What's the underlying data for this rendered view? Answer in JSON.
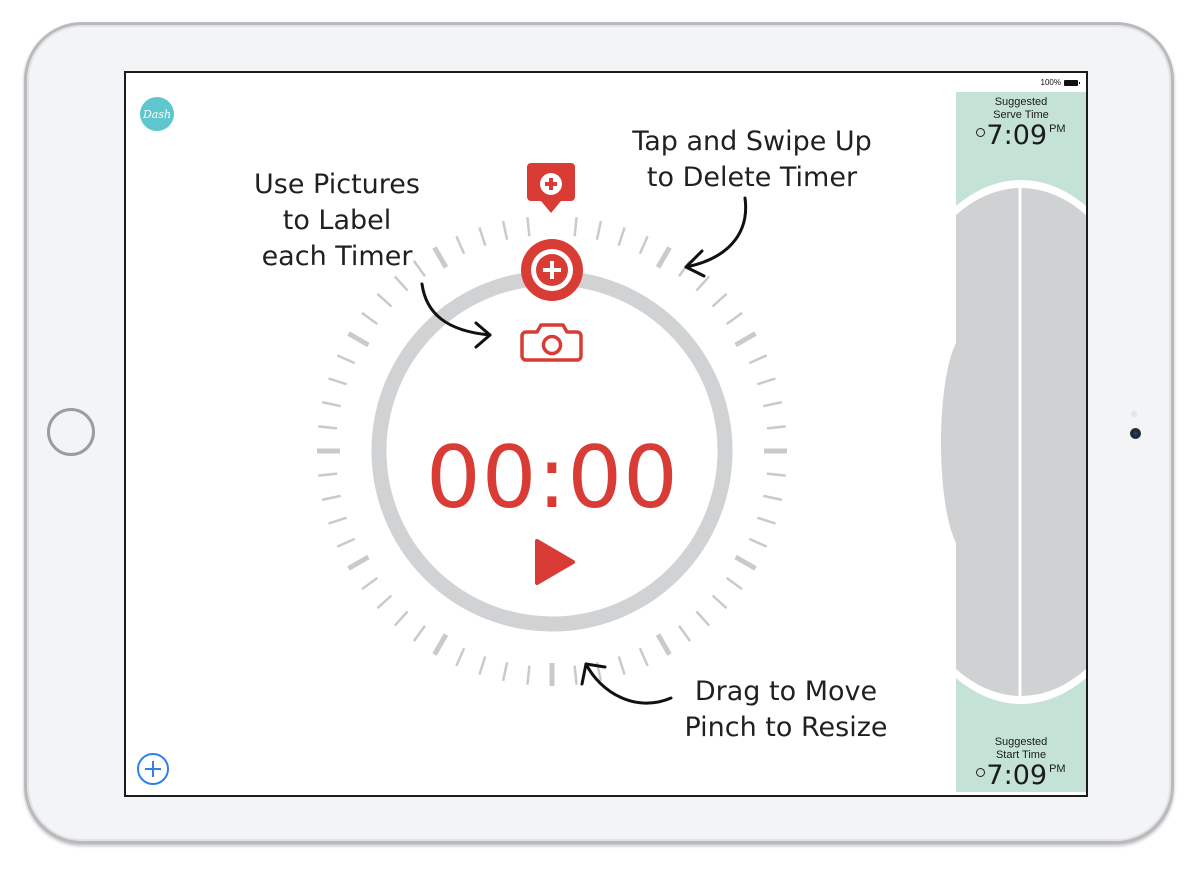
{
  "device": {
    "type": "iPad",
    "home_button": "home-button",
    "front_camera": "front-camera"
  },
  "status_bar": {
    "battery_percent": "100%"
  },
  "app": {
    "logo_text": "Dash"
  },
  "timer": {
    "display": "00:00",
    "play_icon": "play-icon",
    "add_label_icon": "plus-circle-icon",
    "delete_marker_icon": "plus-pin-icon",
    "camera_icon": "camera-icon",
    "tick_count": 60,
    "major_tick_every": 5
  },
  "annotations": {
    "pictures": [
      "Use Pictures",
      "to Label",
      "each Timer"
    ],
    "delete": [
      "Tap and Swipe Up",
      "to Delete Timer"
    ],
    "move": [
      "Drag to Move",
      "Pinch to Resize"
    ]
  },
  "sidebar": {
    "serve": {
      "heading_1": "Suggested",
      "heading_2": "Serve Time",
      "time": "7:09",
      "ampm": "PM"
    },
    "start": {
      "heading_1": "Suggested",
      "heading_2": "Start Time",
      "time": "7:09",
      "ampm": "PM"
    }
  },
  "add_timer_button": {
    "icon": "plus-icon"
  },
  "colors": {
    "accent_red": "#d93b35",
    "ring_gray": "#d1d2d4",
    "sidebar_green": "#c4e3d6",
    "add_blue": "#2f80e8",
    "logo_teal": "#5ec6cc"
  }
}
